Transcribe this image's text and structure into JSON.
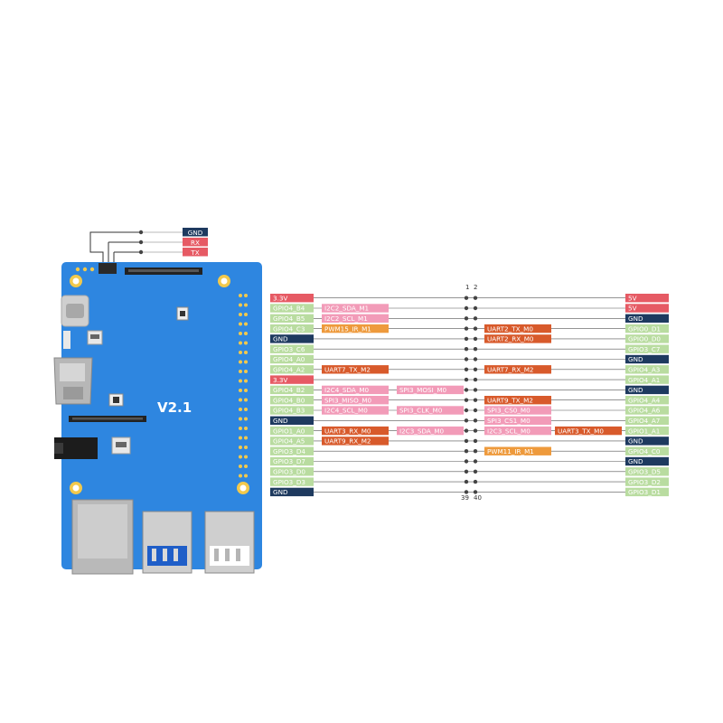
{
  "board": {
    "version": "V2.1",
    "debug_uart": [
      {
        "label": "GND",
        "type": "gnd"
      },
      {
        "label": "RX",
        "type": "pwr"
      },
      {
        "label": "TX",
        "type": "pwr"
      }
    ]
  },
  "header": {
    "pin_top_left": "1",
    "pin_top_right": "2",
    "pin_bottom_left": "39",
    "pin_bottom_right": "40"
  },
  "colors": {
    "gpio": "#b9dca0",
    "pwr": "#e65a64",
    "gnd": "#1e3a5f",
    "i2c": "#f29bb8",
    "uart": "#d85a2b",
    "pwm": "#ee9a3c",
    "board": "#2e86e0"
  },
  "pins": [
    {
      "left": [
        {
          "label": "3.3V",
          "type": "pwr"
        }
      ],
      "right": [
        {
          "label": "5V",
          "type": "pwr"
        }
      ]
    },
    {
      "left": [
        {
          "label": "GPIO4_B4",
          "type": "gpio"
        },
        {
          "label": "I2C2_SDA_M1",
          "type": "i2c"
        }
      ],
      "right": [
        {
          "label": "5V",
          "type": "pwr"
        }
      ]
    },
    {
      "left": [
        {
          "label": "GPIO4_B5",
          "type": "gpio"
        },
        {
          "label": "I2C2_SCL_M1",
          "type": "i2c"
        }
      ],
      "right": [
        {
          "label": "GND",
          "type": "gnd"
        }
      ]
    },
    {
      "left": [
        {
          "label": "GPIO4_C3",
          "type": "gpio"
        },
        {
          "label": "PWM15_IR_M1",
          "type": "pwm"
        }
      ],
      "right": [
        {
          "label": "UART2_TX_M0",
          "type": "uart"
        },
        {
          "label": "GPIO0_D1",
          "type": "gpio"
        }
      ]
    },
    {
      "left": [
        {
          "label": "GND",
          "type": "gnd"
        }
      ],
      "right": [
        {
          "label": "UART2_RX_M0",
          "type": "uart"
        },
        {
          "label": "GPIO0_D0",
          "type": "gpio"
        }
      ]
    },
    {
      "left": [
        {
          "label": "GPIO3_C6",
          "type": "gpio"
        }
      ],
      "right": [
        {
          "label": "GPIO3_C7",
          "type": "gpio"
        }
      ]
    },
    {
      "left": [
        {
          "label": "GPIO4_A0",
          "type": "gpio"
        }
      ],
      "right": [
        {
          "label": "GND",
          "type": "gnd"
        }
      ]
    },
    {
      "left": [
        {
          "label": "GPIO4_A2",
          "type": "gpio"
        },
        {
          "label": "UART7_TX_M2",
          "type": "uart"
        }
      ],
      "right": [
        {
          "label": "UART7_RX_M2",
          "type": "uart"
        },
        {
          "label": "GPIO4_A3",
          "type": "gpio"
        }
      ]
    },
    {
      "left": [
        {
          "label": "3.3V",
          "type": "pwr"
        }
      ],
      "right": [
        {
          "label": "GPIO4_A1",
          "type": "gpio"
        }
      ]
    },
    {
      "left": [
        {
          "label": "GPIO4_B2",
          "type": "gpio"
        },
        {
          "label": "I2C4_SDA_M0",
          "type": "i2c"
        },
        {
          "label": "SPI3_MOSI_M0",
          "type": "i2c"
        }
      ],
      "right": [
        {
          "label": "GND",
          "type": "gnd"
        }
      ]
    },
    {
      "left": [
        {
          "label": "GPIO4_B0",
          "type": "gpio"
        },
        {
          "label": "SPI3_MISO_M0",
          "type": "i2c"
        }
      ],
      "right": [
        {
          "label": "UART9_TX_M2",
          "type": "uart"
        },
        {
          "label": "GPIO4_A4",
          "type": "gpio"
        }
      ]
    },
    {
      "left": [
        {
          "label": "GPIO4_B3",
          "type": "gpio"
        },
        {
          "label": "I2C4_SCL_M0",
          "type": "i2c"
        },
        {
          "label": "SPI3_CLK_M0",
          "type": "i2c"
        }
      ],
      "right": [
        {
          "label": "SPI3_CS0_M0",
          "type": "i2c"
        },
        {
          "label": "GPIO4_A6",
          "type": "gpio"
        }
      ]
    },
    {
      "left": [
        {
          "label": "GND",
          "type": "gnd"
        }
      ],
      "right": [
        {
          "label": "SPI3_CS1_M0",
          "type": "i2c"
        },
        {
          "label": "GPIO4_A7",
          "type": "gpio"
        }
      ]
    },
    {
      "left": [
        {
          "label": "GPIO1_A0",
          "type": "gpio"
        },
        {
          "label": "UART3_RX_M0",
          "type": "uart"
        },
        {
          "label": "I2C3_SDA_M0",
          "type": "i2c"
        }
      ],
      "right": [
        {
          "label": "I2C3_SCL_M0",
          "type": "i2c"
        },
        {
          "label": "UART3_TX_M0",
          "type": "uart"
        },
        {
          "label": "GPIO1_A1",
          "type": "gpio"
        }
      ]
    },
    {
      "left": [
        {
          "label": "GPIO4_A5",
          "type": "gpio"
        },
        {
          "label": "UART9_RX_M2",
          "type": "uart"
        }
      ],
      "right": [
        {
          "label": "GND",
          "type": "gnd"
        }
      ]
    },
    {
      "left": [
        {
          "label": "GPIO3_D4",
          "type": "gpio"
        }
      ],
      "right": [
        {
          "label": "PWM11_IR_M1",
          "type": "pwm"
        },
        {
          "label": "GPIO4_C0",
          "type": "gpio"
        }
      ]
    },
    {
      "left": [
        {
          "label": "GPIO3_D7",
          "type": "gpio"
        }
      ],
      "right": [
        {
          "label": "GND",
          "type": "gnd"
        }
      ]
    },
    {
      "left": [
        {
          "label": "GPIO3_D0",
          "type": "gpio"
        }
      ],
      "right": [
        {
          "label": "GPIO3_D5",
          "type": "gpio"
        }
      ]
    },
    {
      "left": [
        {
          "label": "GPIO3_D3",
          "type": "gpio"
        }
      ],
      "right": [
        {
          "label": "GPIO3_D2",
          "type": "gpio"
        }
      ]
    },
    {
      "left": [
        {
          "label": "GND",
          "type": "gnd"
        }
      ],
      "right": [
        {
          "label": "GPIO3_D1",
          "type": "gpio"
        }
      ]
    }
  ]
}
